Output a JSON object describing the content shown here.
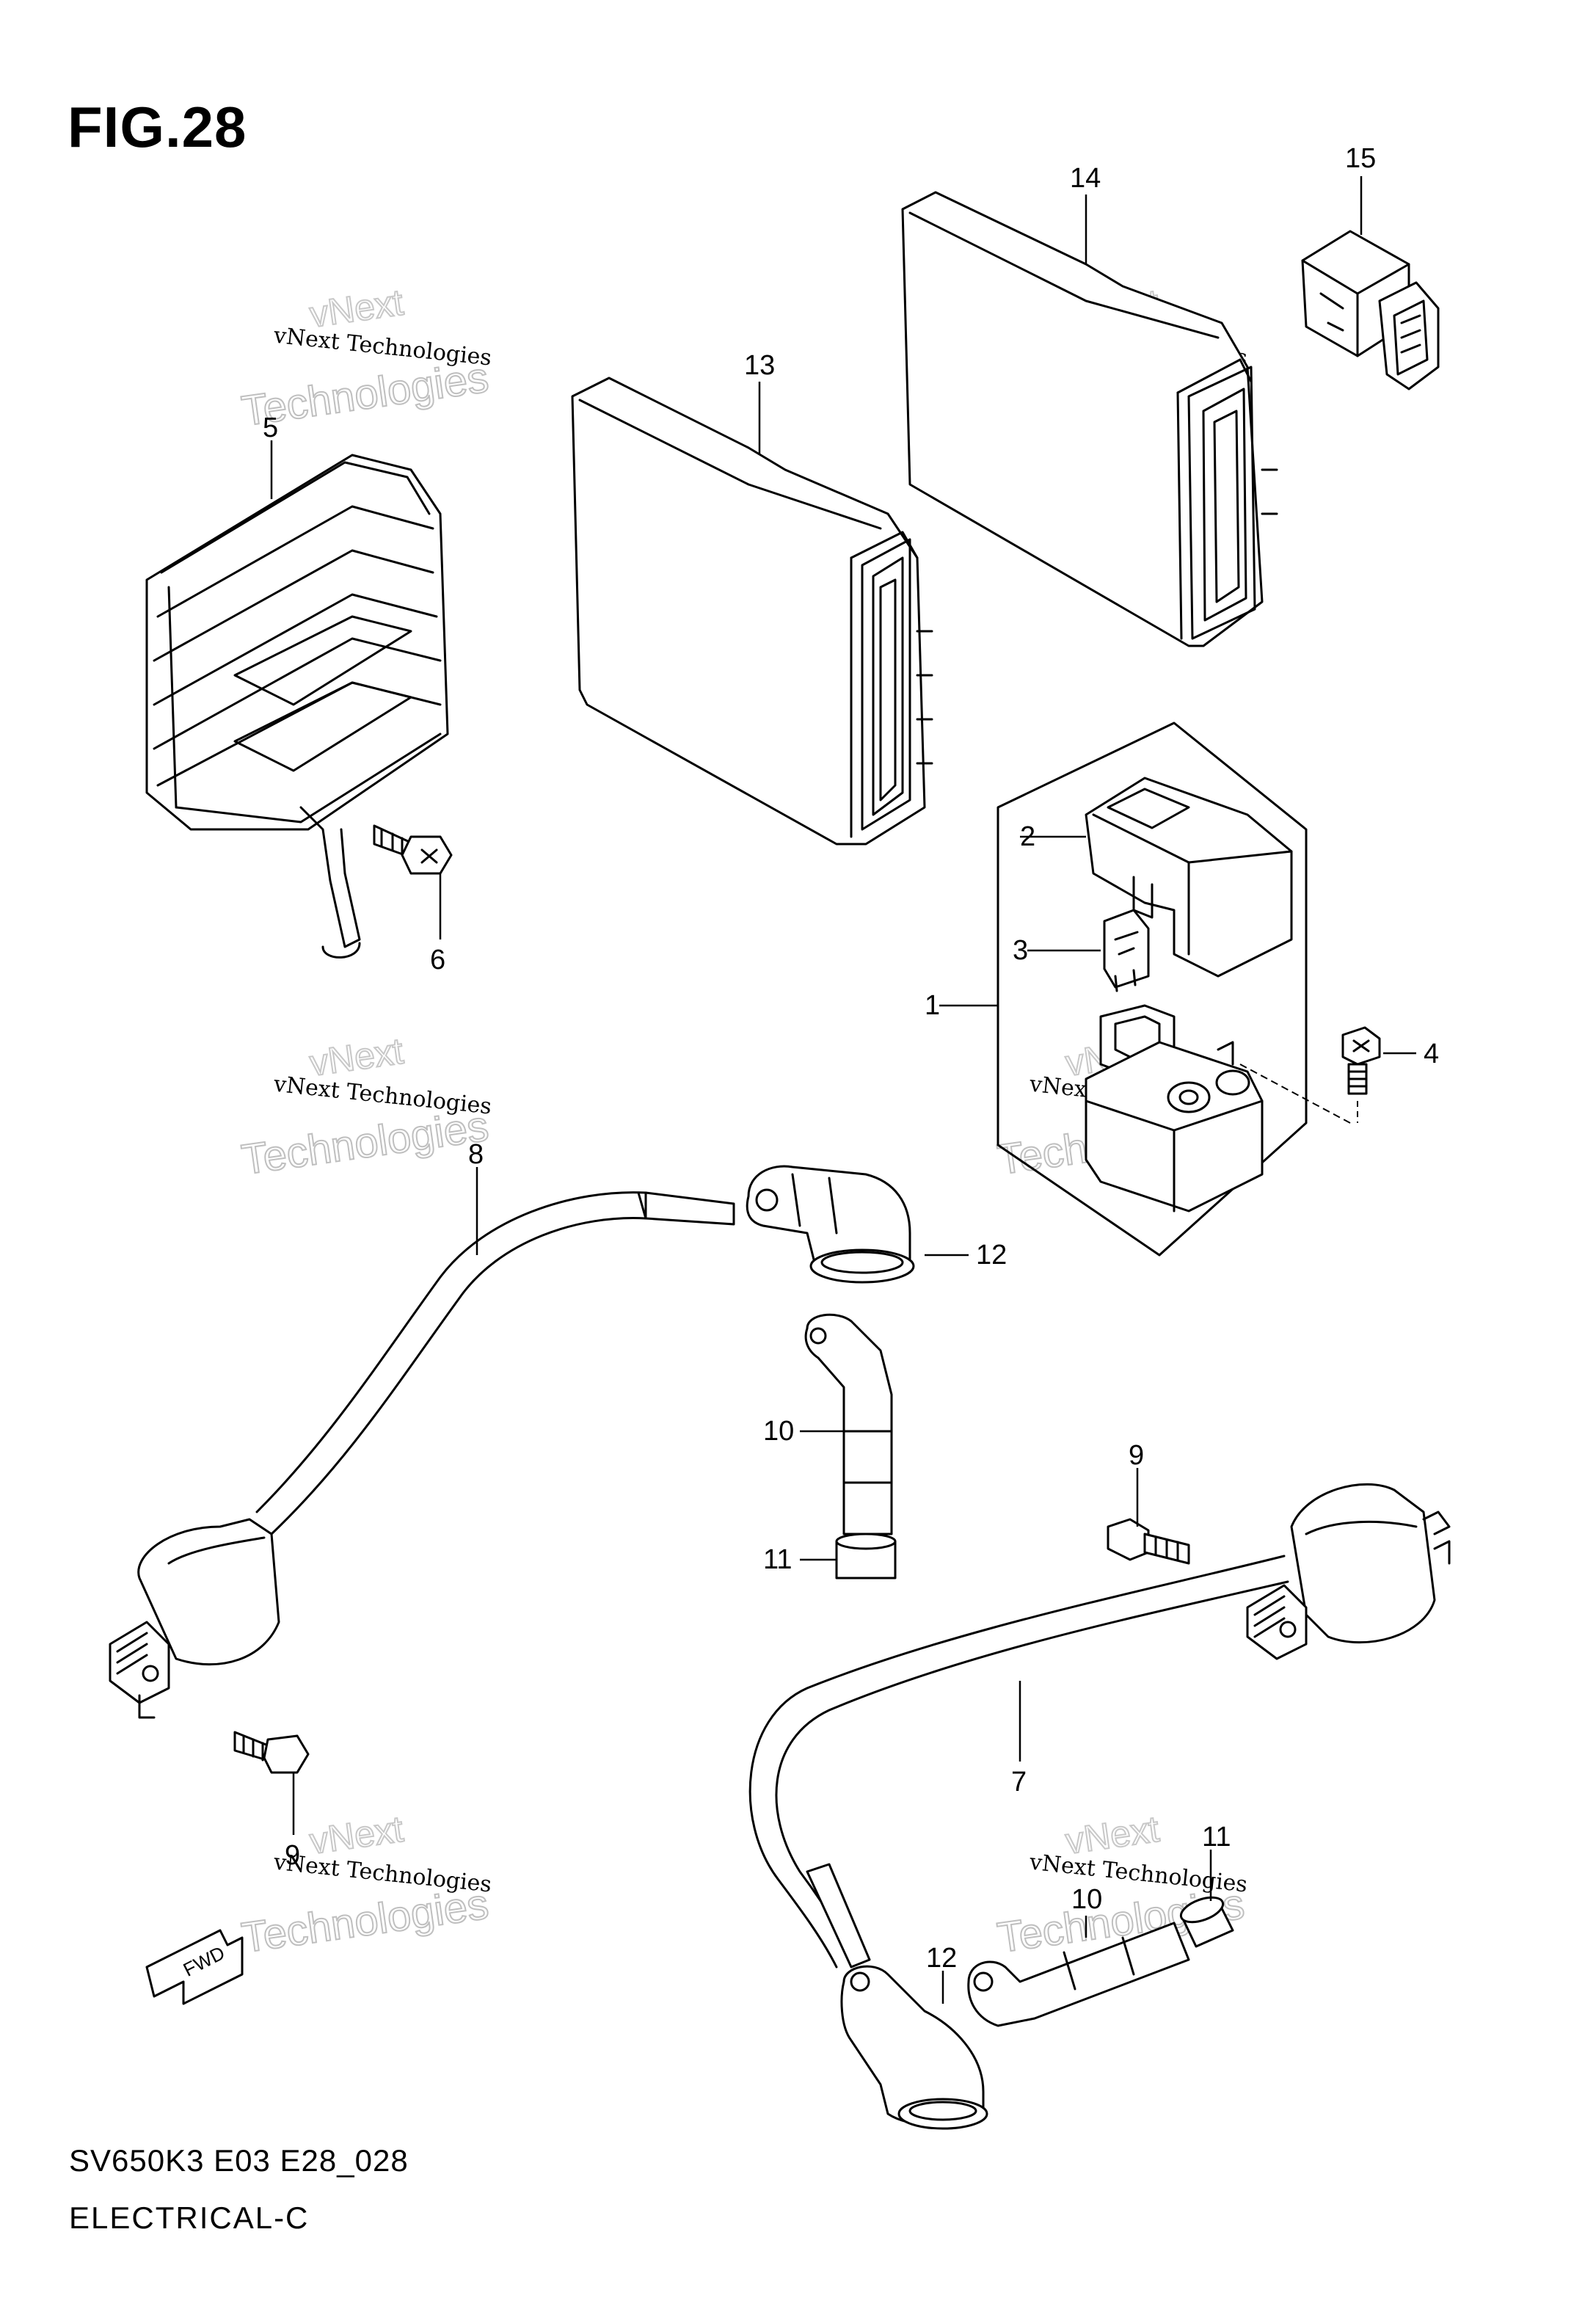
{
  "figure_title": "FIG.28",
  "diagram_code": "SV650K3 E03 E28_028",
  "section_name": "ELECTRICAL-C",
  "direction_label": "FWD",
  "watermark": {
    "line1": "vNext Technologies",
    "line2": "Technologies",
    "line3": "vNext"
  },
  "callouts": [
    "1",
    "2",
    "3",
    "4",
    "5",
    "6",
    "7",
    "8",
    "9",
    "9",
    "10",
    "10",
    "11",
    "11",
    "12",
    "12",
    "13",
    "14",
    "15"
  ]
}
